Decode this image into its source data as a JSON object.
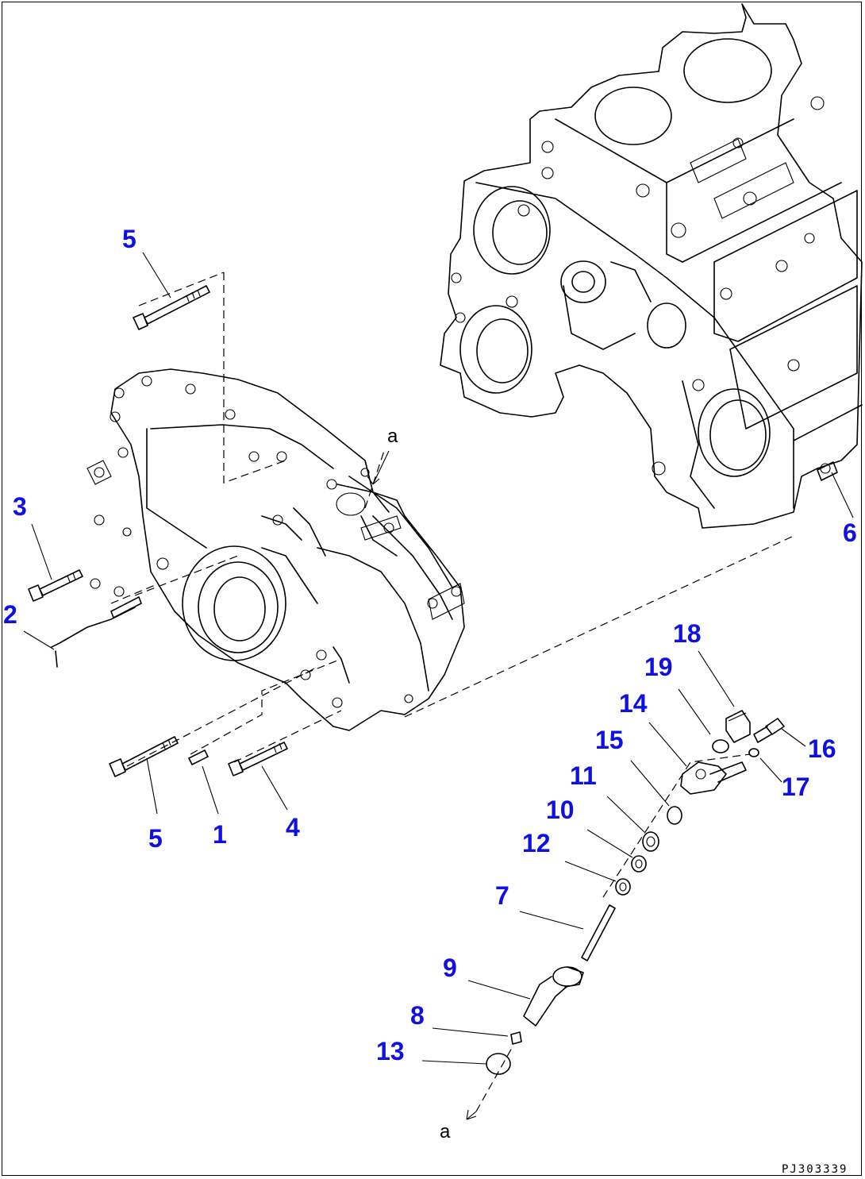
{
  "diagram": {
    "callouts": [
      {
        "id": "c5a",
        "text": "5"
      },
      {
        "id": "c3",
        "text": "3"
      },
      {
        "id": "c2",
        "text": "2"
      },
      {
        "id": "c6",
        "text": "6"
      },
      {
        "id": "c18",
        "text": "18"
      },
      {
        "id": "c19",
        "text": "19"
      },
      {
        "id": "c14",
        "text": "14"
      },
      {
        "id": "c16",
        "text": "16"
      },
      {
        "id": "c15",
        "text": "15"
      },
      {
        "id": "c17",
        "text": "17"
      },
      {
        "id": "c11",
        "text": "11"
      },
      {
        "id": "c10",
        "text": "10"
      },
      {
        "id": "c12",
        "text": "12"
      },
      {
        "id": "c7",
        "text": "7"
      },
      {
        "id": "c9",
        "text": "9"
      },
      {
        "id": "c8",
        "text": "8"
      },
      {
        "id": "c13",
        "text": "13"
      },
      {
        "id": "c5b",
        "text": "5"
      },
      {
        "id": "c1",
        "text": "1"
      },
      {
        "id": "c4",
        "text": "4"
      }
    ],
    "connection_markers": [
      "a",
      "a"
    ],
    "drawing_code": "PJ303339",
    "colors": {
      "callout": "#1010e0",
      "line": "#000000"
    }
  }
}
